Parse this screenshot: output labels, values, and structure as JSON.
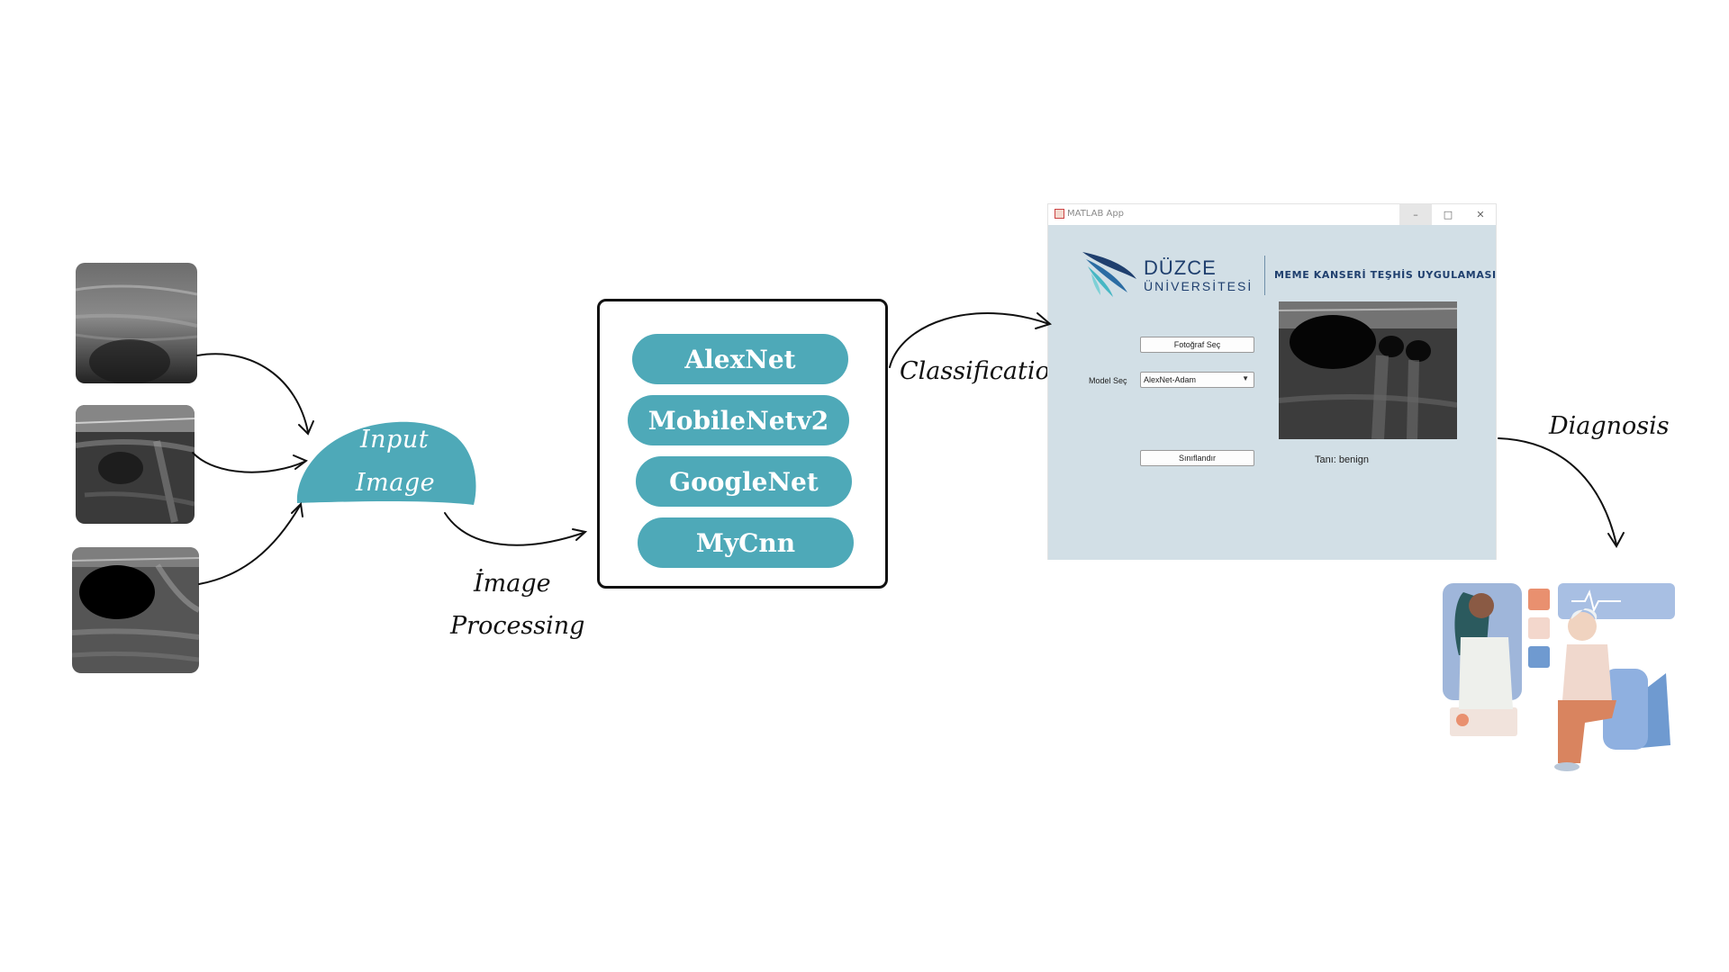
{
  "input_image": {
    "line1": "Input",
    "line2": "Image"
  },
  "image_processing": {
    "line1": "İmage",
    "line2": "Processing"
  },
  "classification_label": "Classification",
  "diagnosis_label": "Diagnosis",
  "models": [
    "AlexNet",
    "MobileNetv2",
    "GoogleNet",
    "MyCnn"
  ],
  "app": {
    "window_title": "MATLAB App",
    "minimize": "–",
    "maximize": "□",
    "close": "✕",
    "university_line1": "DÜZCE",
    "university_line2": "ÜNİVERSİTESİ",
    "heading": "MEME KANSERİ TEŞHİS UYGULAMASI",
    "select_photo_button": "Fotoğraf Seç",
    "model_label": "Model Seç",
    "model_value": "AlexNet-Adam",
    "classify_button": "Sınıflandır",
    "diagnosis_text": "Tanı: benign"
  },
  "colors": {
    "accent": "#4ea9b8",
    "app_bg": "#d2dfe6",
    "brand_navy": "#1f3f6e"
  }
}
